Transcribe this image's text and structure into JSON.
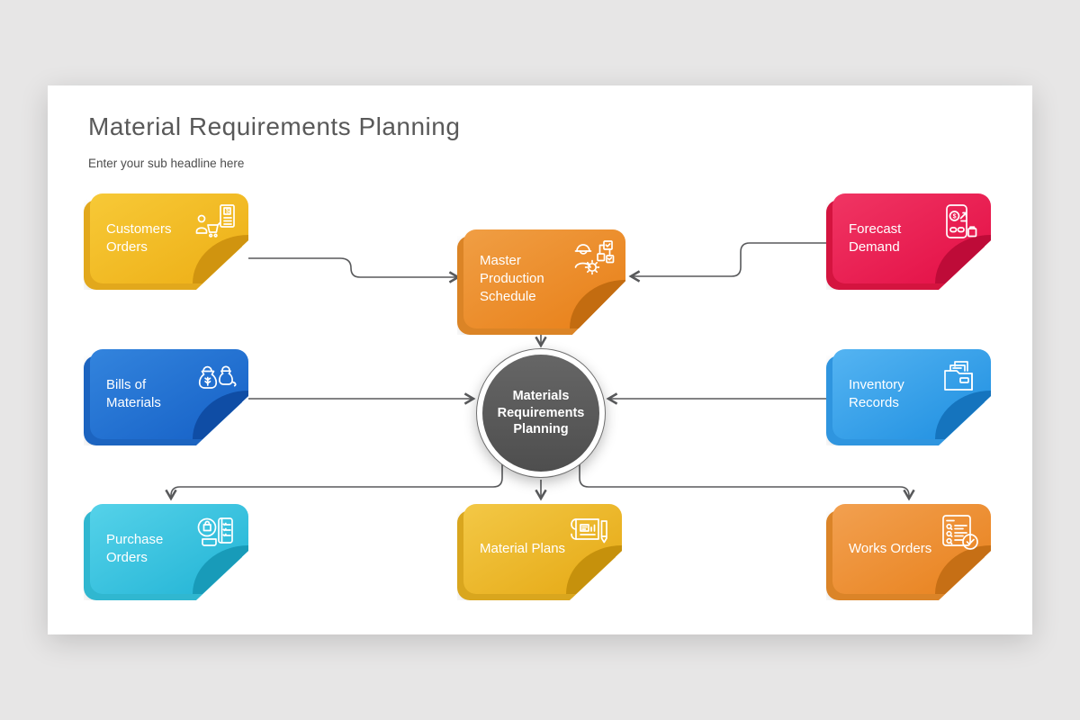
{
  "page": {
    "background_color": "#e7e6e6"
  },
  "slide": {
    "background_color": "#ffffff"
  },
  "header": {
    "title": "Material Requirements Planning",
    "subtitle": "Enter your sub headline here",
    "title_color": "#595959"
  },
  "center_node": {
    "label": "Materials Requirements Planning",
    "color": "#4e4e4e"
  },
  "nodes": [
    {
      "id": "customers-orders",
      "label": "Customers Orders",
      "icon": "customer-cart-receipt-icon",
      "colors": {
        "c1": "#F7C937",
        "c2": "#EDAE15",
        "fold": "#D0940F",
        "back": "#E2A81C"
      }
    },
    {
      "id": "master-production-schedule",
      "label": "Master Production Schedule",
      "icon": "worker-gear-flowchart-icon",
      "colors": {
        "c1": "#F09E44",
        "c2": "#E87F17",
        "fold": "#C36C10",
        "back": "#DB8426"
      }
    },
    {
      "id": "forecast-demand",
      "label": "Forecast Demand",
      "icon": "phone-dollar-trend-icon",
      "colors": {
        "c1": "#F03563",
        "c2": "#E30E45",
        "fold": "#BE0B38",
        "back": "#D4143F"
      }
    },
    {
      "id": "bills-of-materials",
      "label": "Bills of Materials",
      "icon": "material-sacks-icon",
      "colors": {
        "c1": "#3384DD",
        "c2": "#1560C6",
        "fold": "#0F4DA5",
        "back": "#1C64C0"
      }
    },
    {
      "id": "inventory-records",
      "label": "Inventory Records",
      "icon": "folder-documents-icon",
      "colors": {
        "c1": "#54B4F2",
        "c2": "#1E8EE0",
        "fold": "#1574BE",
        "back": "#2F95DF"
      }
    },
    {
      "id": "purchase-orders",
      "label": "Purchase Orders",
      "icon": "bag-scroll-icon",
      "colors": {
        "c1": "#55D2E9",
        "c2": "#21B3D5",
        "fold": "#189BB9",
        "back": "#30B7D0"
      }
    },
    {
      "id": "material-plans",
      "label": "Material Plans",
      "icon": "blueprint-pencil-icon",
      "colors": {
        "c1": "#F3C846",
        "c2": "#E5A813",
        "fold": "#C6910C",
        "back": "#D9A61E"
      }
    },
    {
      "id": "works-orders",
      "label": "Works Orders",
      "icon": "checklist-check-icon",
      "colors": {
        "c1": "#F2A050",
        "c2": "#E8811C",
        "fold": "#C66F15",
        "back": "#DB8428"
      }
    }
  ],
  "connectors": {
    "color": "#58595b"
  }
}
